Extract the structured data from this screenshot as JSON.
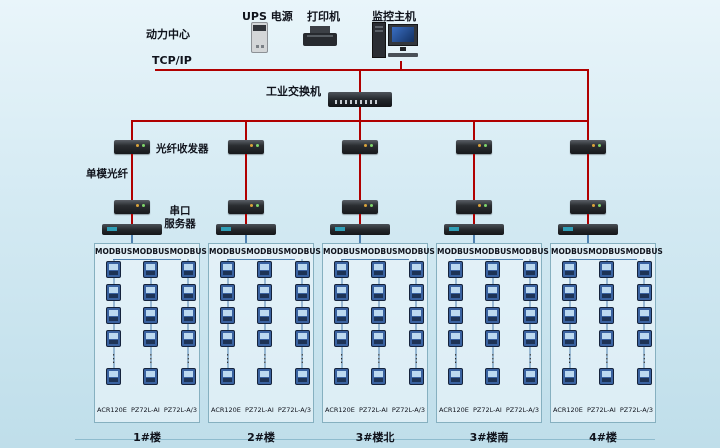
{
  "colors": {
    "red_line": "#b00000",
    "blue_line": "#4f81b0"
  },
  "top": {
    "power_center_label": "动力中心",
    "tcpip_label": "TCP/IP",
    "ups_label": "UPS 电源",
    "printer_label": "打印机",
    "host_label": "监控主机"
  },
  "network": {
    "switch_label": "工业交换机",
    "transceiver_label": "光纤收发器",
    "fiber_label": "单模光纤",
    "serial_server_label_line1": "串口",
    "serial_server_label_line2": "服务器"
  },
  "meter_section": {
    "modbus_label": "MODBUS",
    "ellipsis": "⋮",
    "meter_models": [
      "ACR120E",
      "PZ72L-AI",
      "PZ72L-A/3"
    ]
  },
  "branches": [
    {
      "building": "1#楼"
    },
    {
      "building": "2#楼"
    },
    {
      "building": "3#楼北"
    },
    {
      "building": "3#楼南"
    },
    {
      "building": "4#楼"
    }
  ]
}
